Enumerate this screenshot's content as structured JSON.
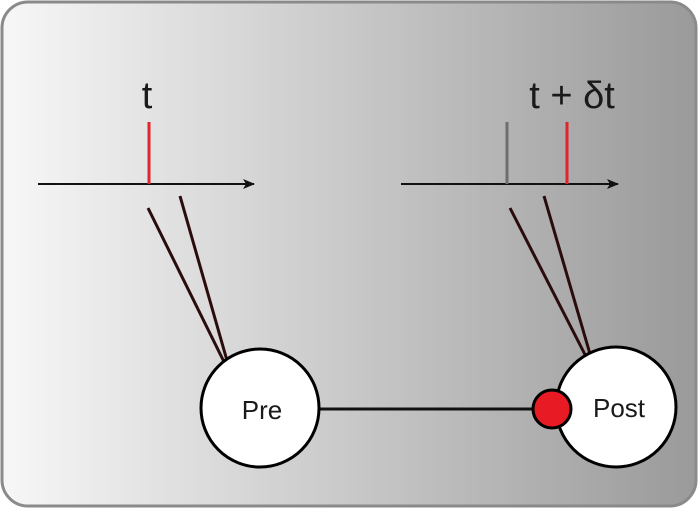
{
  "diagram": {
    "colors": {
      "background_light": "#f7f7f7",
      "background_dark": "#9a9a9a",
      "frame": "#8a8a8a",
      "axis": "#111111",
      "spike_red": "#e0262b",
      "spike_gray": "#6e6e6e",
      "electrode": "#2a0c0c",
      "node_fill": "#ffffff",
      "node_stroke": "#000000",
      "synapse_fill": "#e81a23"
    },
    "pre_panel": {
      "time_label": "t"
    },
    "post_panel": {
      "time_label": "t + δt"
    },
    "neurons": {
      "pre_label": "Pre",
      "post_label": "Post"
    }
  }
}
